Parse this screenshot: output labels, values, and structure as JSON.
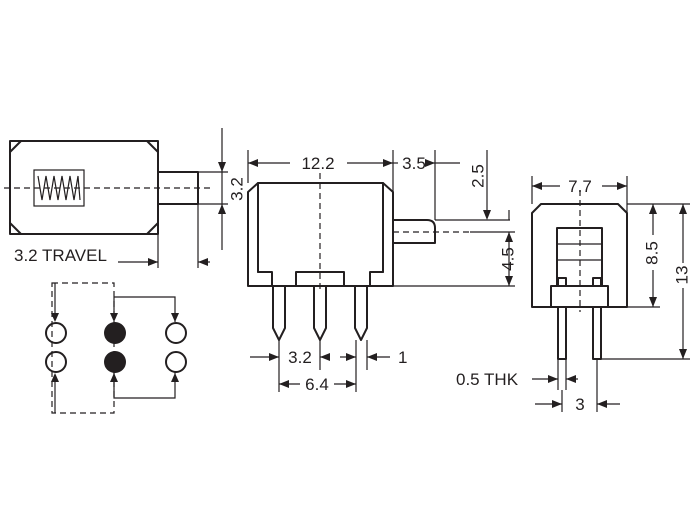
{
  "diagram": {
    "labels": {
      "travel": "3.2 TRAVEL",
      "side_height": "3.2",
      "front_width": "12.2",
      "actuator_length": "3.5",
      "actuator_offset": "2.5",
      "actuator_pos": "4.5",
      "pin_spacing": "3.2",
      "pin_thk_gap": "1",
      "pin_span": "6.4",
      "end_width": "7.7",
      "end_height": "8.5",
      "total_height": "13",
      "thickness": "0.5 THK",
      "end_pin_spacing": "3"
    },
    "colors": {
      "ink": "#231f20",
      "background": "#ffffff"
    }
  }
}
